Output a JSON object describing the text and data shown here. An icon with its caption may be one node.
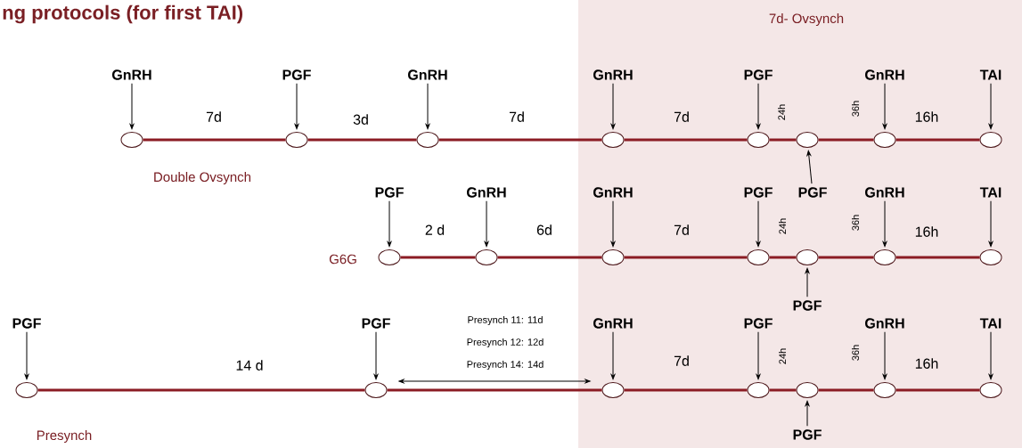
{
  "diagram": {
    "title": "ng protocols (for first TAI)",
    "nodes": [
      {
        "text": [
          "GnRH"
        ]
      },
      {
        "text": [
          "PGF"
        ]
      },
      {
        "text": [
          "GnRH"
        ]
      },
      {
        "text": [
          "GnRH"
        ]
      },
      {
        "text": [
          "PGF"
        ]
      },
      {
        "text": [
          "GnRH"
        ]
      },
      {
        "text": [
          "TAI"
        ]
      },
      {
        "text": [
          "PGF"
        ]
      },
      {
        "text": [],
        "shape": "ellipse"
      },
      {
        "text": [],
        "shape": "ellipse"
      },
      {
        "text": [],
        "shape": "ellipse"
      },
      {
        "text": [],
        "shape": "ellipse"
      },
      {
        "text": [],
        "shape": "ellipse"
      },
      {
        "text": [],
        "shape": "ellipse"
      },
      {
        "text": [],
        "shape": "ellipse"
      },
      {
        "text": [],
        "shape": "ellipse"
      },
      {
        "text": [
          "PGF"
        ]
      },
      {
        "text": [
          "GnRH"
        ]
      },
      {
        "text": [
          "GnRH"
        ]
      },
      {
        "text": [
          "PGF"
        ]
      },
      {
        "text": [
          "GnRH"
        ]
      },
      {
        "text": [
          "TAI"
        ]
      },
      {
        "text": [
          "PGF"
        ]
      },
      {
        "text": [],
        "shape": "ellipse"
      },
      {
        "text": [],
        "shape": "ellipse"
      },
      {
        "text": [],
        "shape": "ellipse"
      },
      {
        "text": [],
        "shape": "ellipse"
      },
      {
        "text": [],
        "shape": "ellipse"
      },
      {
        "text": [],
        "shape": "ellipse"
      },
      {
        "text": [],
        "shape": "ellipse"
      },
      {
        "text": [
          "PGF"
        ]
      },
      {
        "text": [
          "PGF"
        ]
      },
      {
        "text": [
          "GnRH"
        ]
      },
      {
        "text": [
          "PGF"
        ]
      },
      {
        "text": [
          "GnRH"
        ]
      },
      {
        "text": [
          "TAI"
        ]
      },
      {
        "text": [
          "PGF"
        ]
      },
      {
        "text": [],
        "shape": "ellipse"
      },
      {
        "text": [],
        "shape": "ellipse"
      },
      {
        "text": [],
        "shape": "ellipse"
      },
      {
        "text": [],
        "shape": "ellipse"
      },
      {
        "text": [],
        "shape": "ellipse"
      },
      {
        "text": [],
        "shape": "ellipse"
      },
      {
        "text": [],
        "shape": "ellipse"
      }
    ],
    "edges": [
      {
        "from": 0,
        "to": 8,
        "arrow": "to"
      },
      {
        "from": 1,
        "to": 9,
        "arrow": "to"
      },
      {
        "from": 2,
        "to": 10,
        "arrow": "to"
      },
      {
        "from": 3,
        "to": 11,
        "arrow": "to"
      },
      {
        "from": 4,
        "to": 12,
        "arrow": "to"
      },
      {
        "from": 5,
        "to": 14,
        "arrow": "to"
      },
      {
        "from": 6,
        "to": 15,
        "arrow": "to"
      },
      {
        "from": 7,
        "to": 13,
        "arrow": "to"
      },
      {
        "from": 8,
        "to": 9,
        "arrow": "none",
        "label": "7d",
        "style": "thick",
        "color": "#8b1c24"
      },
      {
        "from": 9,
        "to": 10,
        "arrow": "none",
        "label": "3d",
        "style": "thick",
        "color": "#8b1c24"
      },
      {
        "from": 10,
        "to": 11,
        "arrow": "none",
        "label": "7d",
        "style": "thick",
        "color": "#8b1c24"
      },
      {
        "from": 11,
        "to": 12,
        "arrow": "none",
        "label": "7d",
        "style": "thick",
        "color": "#8b1c24"
      },
      {
        "from": 12,
        "to": 13,
        "arrow": "none",
        "label": "24h",
        "style": "thick",
        "color": "#8b1c24"
      },
      {
        "from": 13,
        "to": 14,
        "arrow": "none",
        "label": "36h",
        "style": "thick",
        "color": "#8b1c24"
      },
      {
        "from": 14,
        "to": 15,
        "arrow": "none",
        "label": "16h",
        "style": "thick",
        "color": "#8b1c24"
      },
      {
        "from": 16,
        "to": 23,
        "arrow": "to"
      },
      {
        "from": 17,
        "to": 24,
        "arrow": "to"
      },
      {
        "from": 18,
        "to": 25,
        "arrow": "to"
      },
      {
        "from": 19,
        "to": 26,
        "arrow": "to"
      },
      {
        "from": 20,
        "to": 28,
        "arrow": "to"
      },
      {
        "from": 21,
        "to": 29,
        "arrow": "to"
      },
      {
        "from": 22,
        "to": 27,
        "arrow": "to"
      },
      {
        "from": 23,
        "to": 24,
        "arrow": "none",
        "label": "2 d",
        "style": "thick",
        "color": "#8b1c24"
      },
      {
        "from": 24,
        "to": 25,
        "arrow": "none",
        "label": "6d",
        "style": "thick",
        "color": "#8b1c24"
      },
      {
        "from": 25,
        "to": 26,
        "arrow": "none",
        "label": "7d",
        "style": "thick",
        "color": "#8b1c24"
      },
      {
        "from": 26,
        "to": 27,
        "arrow": "none",
        "label": "24h",
        "style": "thick",
        "color": "#8b1c24"
      },
      {
        "from": 27,
        "to": 28,
        "arrow": "none",
        "label": "36h",
        "style": "thick",
        "color": "#8b1c24"
      },
      {
        "from": 28,
        "to": 29,
        "arrow": "none",
        "label": "16h",
        "style": "thick",
        "color": "#8b1c24"
      },
      {
        "from": 30,
        "to": 37,
        "arrow": "to"
      },
      {
        "from": 31,
        "to": 38,
        "arrow": "to"
      },
      {
        "from": 32,
        "to": 39,
        "arrow": "to"
      },
      {
        "from": 33,
        "to": 40,
        "arrow": "to"
      },
      {
        "from": 34,
        "to": 42,
        "arrow": "to"
      },
      {
        "from": 35,
        "to": 43,
        "arrow": "to"
      },
      {
        "from": 36,
        "to": 41,
        "arrow": "to"
      },
      {
        "from": 37,
        "to": 38,
        "arrow": "none",
        "label": "14 d",
        "style": "thick",
        "color": "#8b1c24"
      },
      {
        "from": 38,
        "to": 39,
        "arrow": "none",
        "style": "thick",
        "color": "#8b1c24"
      },
      {
        "from": 39,
        "to": 40,
        "arrow": "none",
        "label": "7d",
        "style": "thick",
        "color": "#8b1c24"
      },
      {
        "from": 40,
        "to": 41,
        "arrow": "none",
        "label": "24h",
        "style": "thick",
        "color": "#8b1c24"
      },
      {
        "from": 41,
        "to": 42,
        "arrow": "none",
        "label": "36h",
        "style": "thick",
        "color": "#8b1c24"
      },
      {
        "from": 42,
        "to": 43,
        "arrow": "none",
        "label": "16h",
        "style": "thick",
        "color": "#8b1c24"
      },
      {
        "from": 38,
        "to": 39,
        "arrow": "both"
      }
    ],
    "labels": [
      "7d- Ovsynch",
      "Double Ovsynch",
      "G6G",
      "Presynch 11: 11d",
      "Presynch 12: 12d",
      "Presynch 14: 14d",
      "Presynch"
    ]
  }
}
